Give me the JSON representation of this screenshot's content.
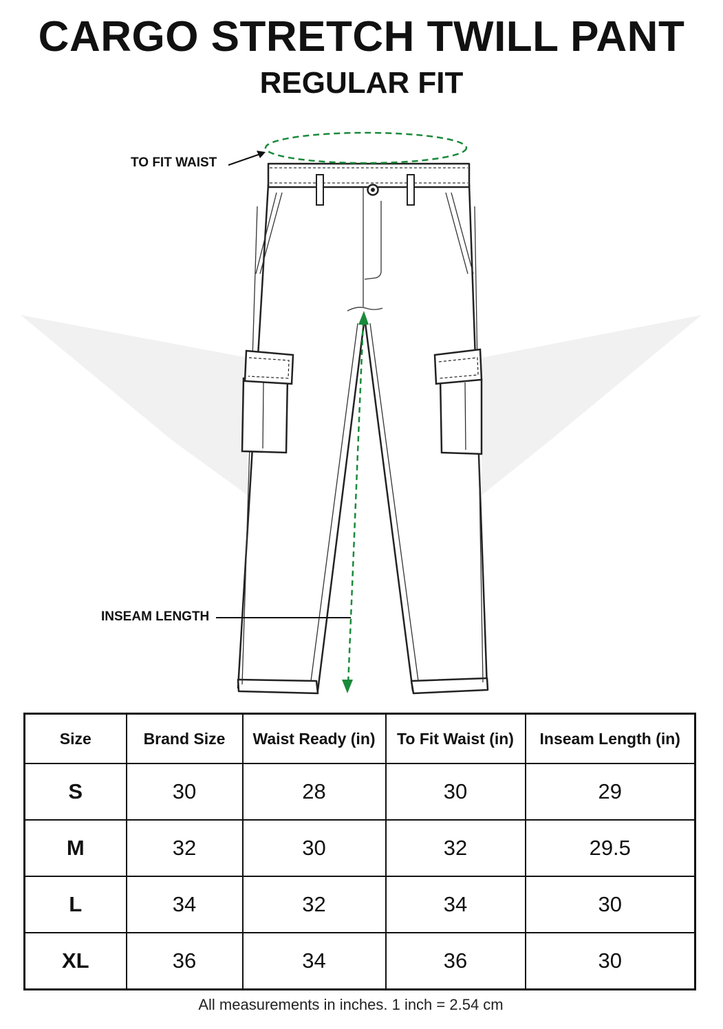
{
  "header": {
    "title": "CARGO STRETCH TWILL PANT",
    "subtitle": "REGULAR FIT"
  },
  "diagram": {
    "callouts": {
      "waist": "TO FIT WAIST",
      "inseam": "INSEAM LENGTH"
    },
    "colors": {
      "measure_line": "#1a8a3a",
      "outline": "#222222",
      "backdrop": "#f0f0f0"
    }
  },
  "size_table": {
    "columns": [
      "Size",
      "Brand Size",
      "Waist Ready (in)",
      "To Fit Waist (in)",
      "Inseam Length (in)"
    ],
    "rows": [
      [
        "S",
        "30",
        "28",
        "30",
        "29"
      ],
      [
        "M",
        "32",
        "30",
        "32",
        "29.5"
      ],
      [
        "L",
        "34",
        "32",
        "34",
        "30"
      ],
      [
        "XL",
        "36",
        "34",
        "36",
        "30"
      ]
    ]
  },
  "footnote": "All measurements in inches. 1 inch = 2.54 cm"
}
